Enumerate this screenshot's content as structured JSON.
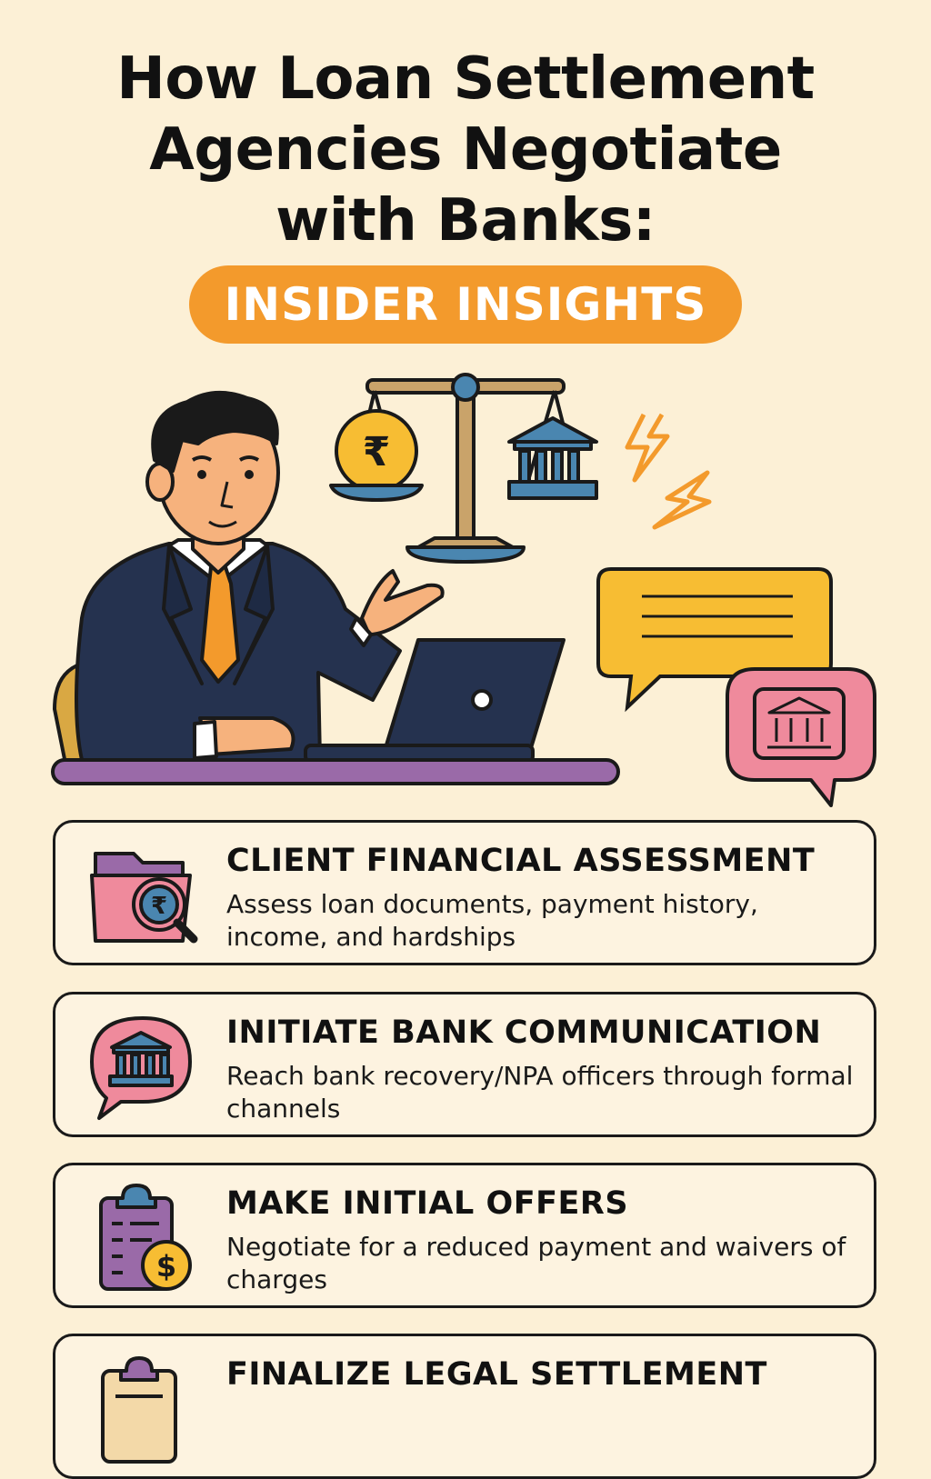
{
  "header": {
    "title_lines": [
      "How Loan Settlement",
      "Agencies Negotiate",
      "with Banks:"
    ],
    "badge": "INSIDER INSIGHTS"
  },
  "hero": {
    "currency_symbol": "₹"
  },
  "steps": [
    {
      "title": "CLIENT FINANCIAL ASSESSMENT",
      "description": "Assess loan documents, payment history, income, and hardships",
      "icon": "folder-magnifier-icon"
    },
    {
      "title": "INITIATE BANK COMMUNICATION",
      "description": "Reach bank recovery/NPA officers through formal channels",
      "icon": "bank-chat-icon"
    },
    {
      "title": "MAKE INITIAL OFFERS",
      "description": "Negotiate for a reduced payment and waivers of charges",
      "icon": "clipboard-coin-icon"
    },
    {
      "title": "FINALIZE LEGAL SETTLEMENT",
      "description": "",
      "icon": "clipboard-icon"
    }
  ],
  "colors": {
    "background": "#fcf0d6",
    "accent_orange": "#f39a2c",
    "suit_navy": "#25324f",
    "bubble_yellow": "#f7bd33",
    "bubble_pink": "#ef8a9c",
    "desk_purple": "#9a6aa8",
    "bank_blue": "#4a86b0"
  }
}
